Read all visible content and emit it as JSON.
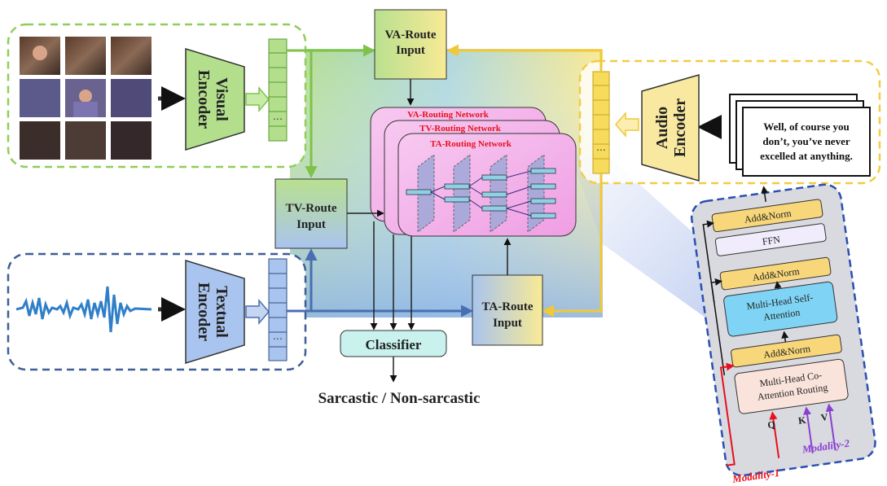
{
  "encoders": {
    "visual": {
      "label_line1": "Visual",
      "label_line2": "Encoder"
    },
    "textual": {
      "label_line1": "Textual",
      "label_line2": "Encoder"
    },
    "audio": {
      "label_line1": "Audio",
      "label_line2": "Encoder"
    }
  },
  "routes": {
    "va": {
      "line1": "VA-Route",
      "line2": "Input"
    },
    "tv": {
      "line1": "TV-Route",
      "line2": "Input"
    },
    "ta": {
      "line1": "TA-Route",
      "line2": "Input"
    }
  },
  "routing_networks": [
    "VA-Routing Network",
    "TV-Routing Network",
    "TA-Routing Network"
  ],
  "classifier": {
    "label": "Classifier"
  },
  "output": {
    "label": "Sarcastic / Non-sarcastic"
  },
  "quote": {
    "line1": "Well, of course you",
    "line2": "don’t, you’ve never",
    "line3": "excelled at anything."
  },
  "transformer": {
    "add_norm_top": "Add&Norm",
    "ffn": "FFN",
    "add_norm_mid": "Add&Norm",
    "mhsa_line1": "Multi-Head Self-",
    "mhsa_line2": "Attention",
    "add_norm_bottom": "Add&Norm",
    "mhca_line1": "Multi-Head Co-",
    "mhca_line2": "Attention Routing",
    "q": "Q",
    "k": "K",
    "v": "V",
    "modality1": "Modality-1",
    "modality2": "Modality-2"
  },
  "ellipsis": "⋯",
  "colors": {
    "visual": "#8fce5a",
    "textual": "#4a6fb0",
    "audio": "#f2cc45",
    "routing": "#f5b8ee",
    "attention": "#7fd4f5",
    "red": "#e8101c",
    "purple": "#8a3fd0"
  }
}
